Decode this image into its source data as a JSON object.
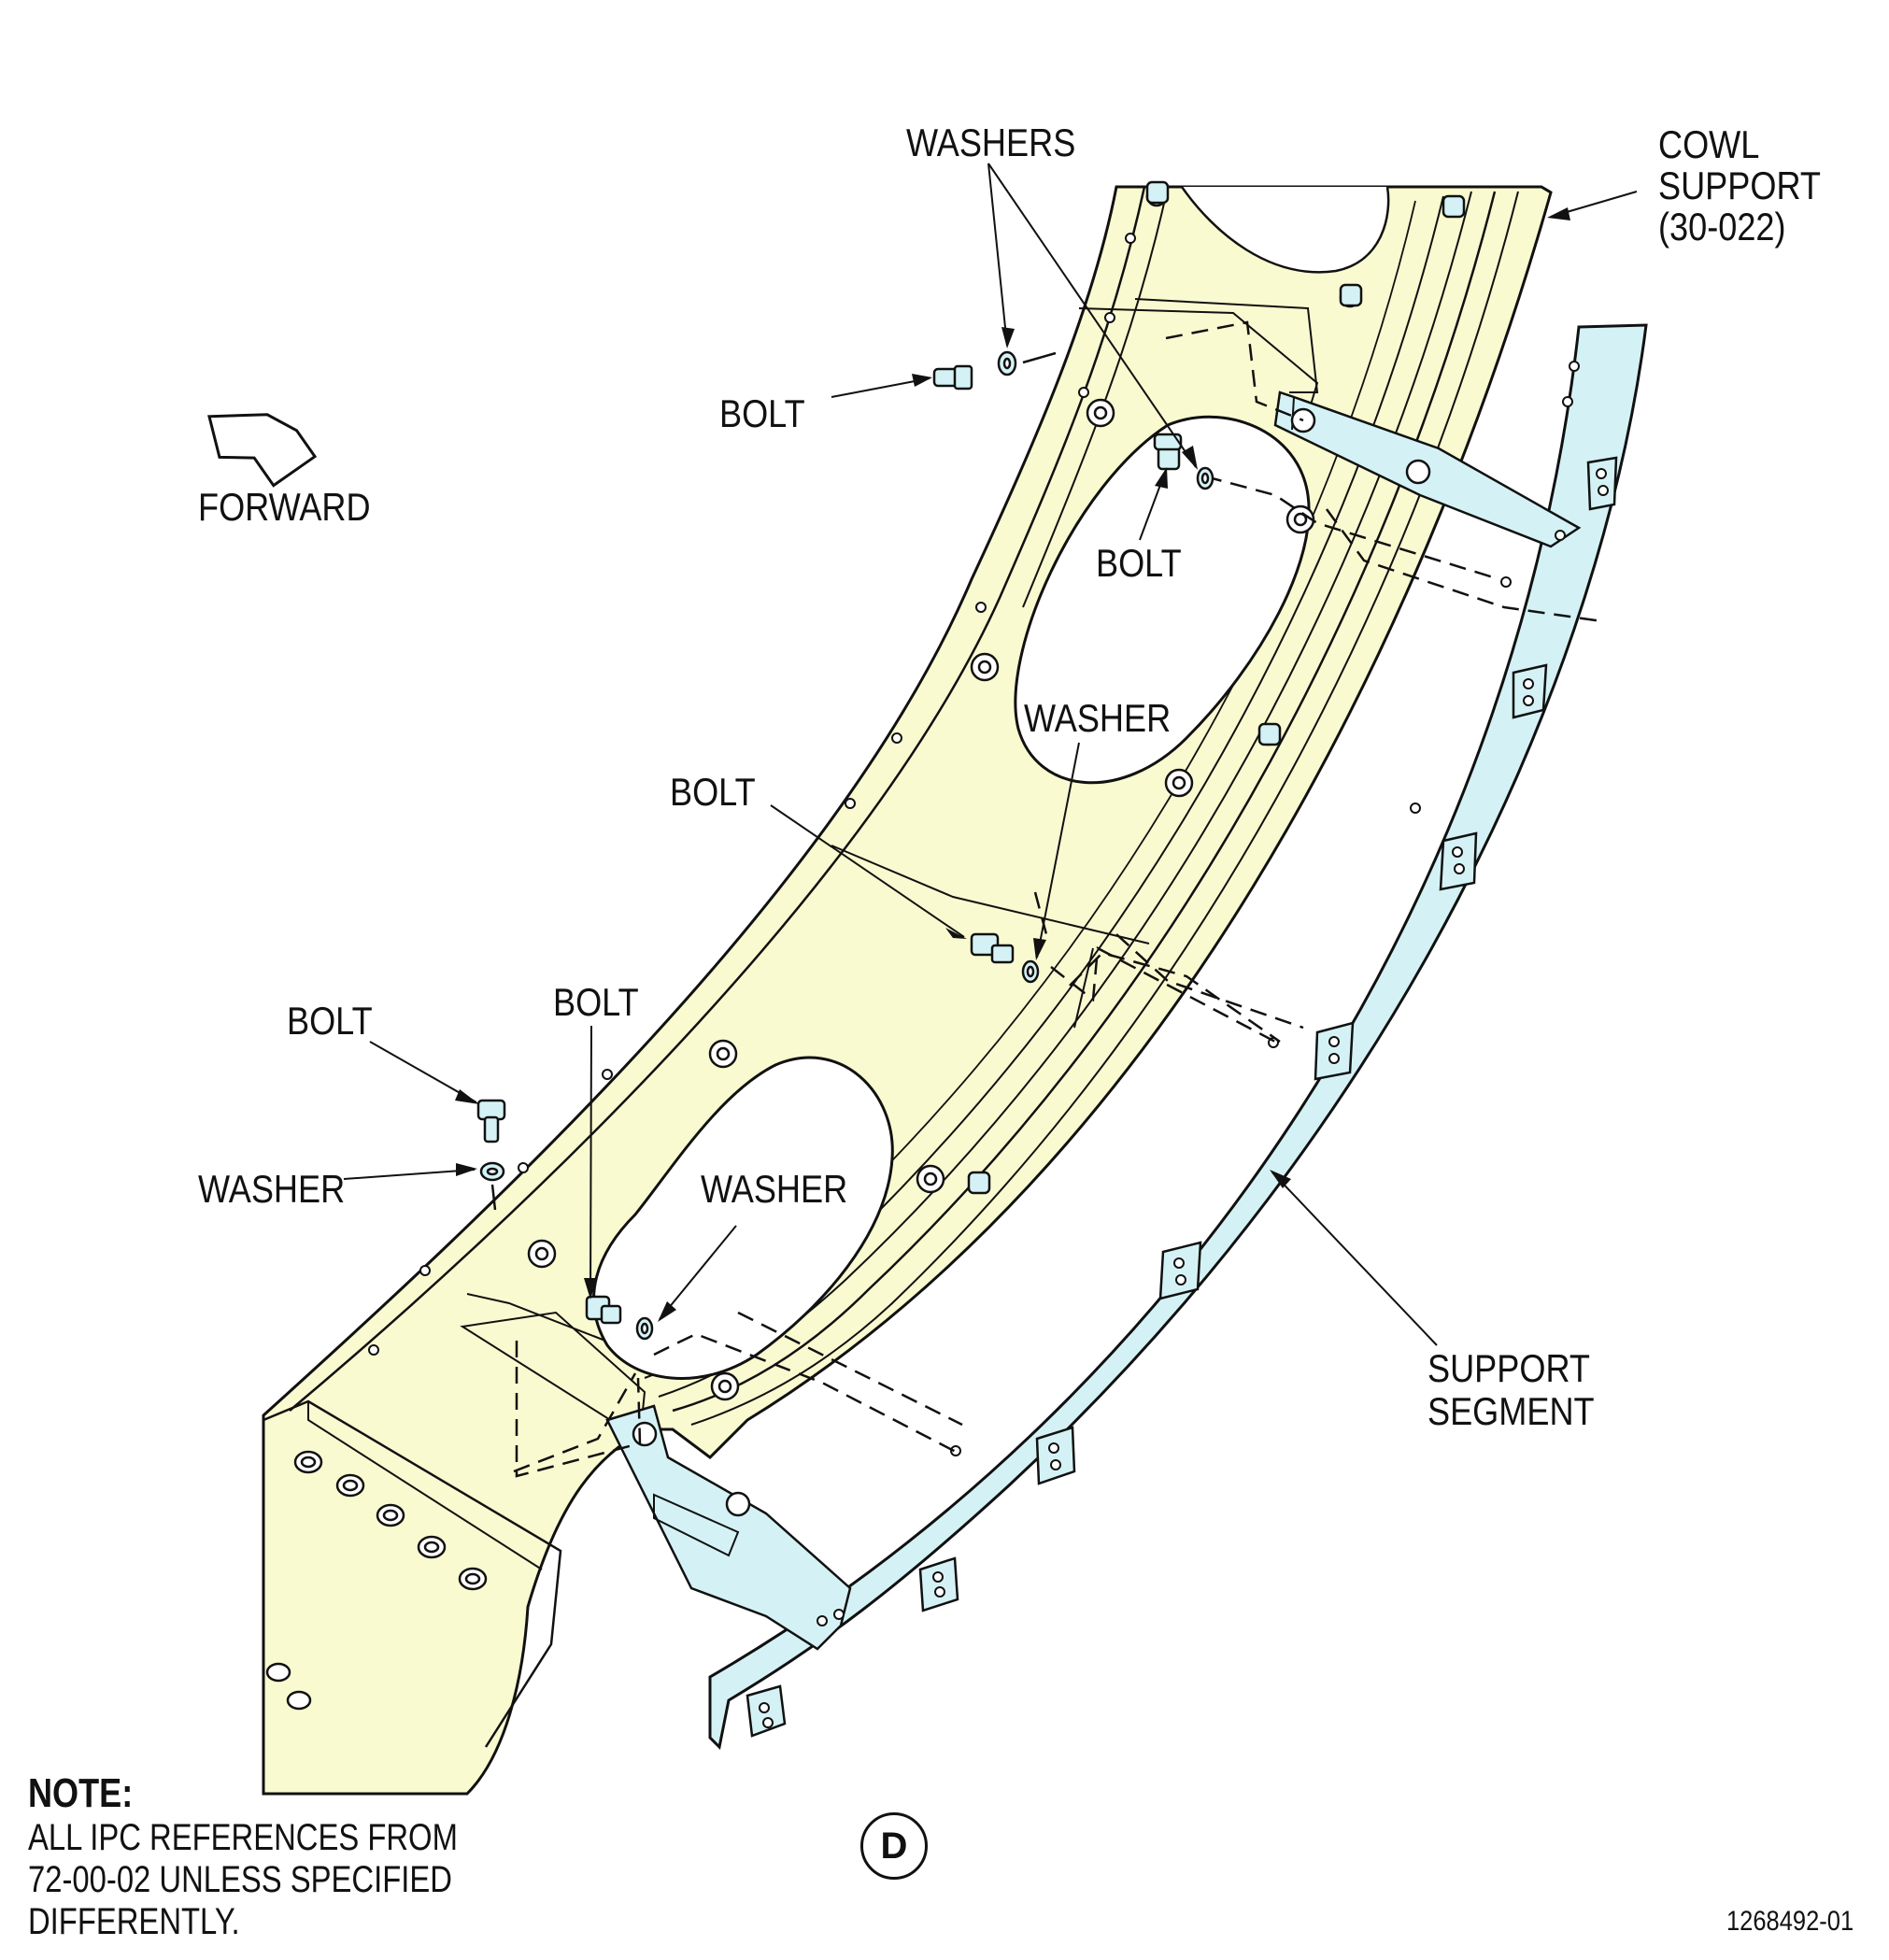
{
  "labels": {
    "washers": "WASHERS",
    "cowl_support_1": "COWL",
    "cowl_support_2": "SUPPORT",
    "cowl_support_3": "(30-022)",
    "bolt_top": "BOLT",
    "bolt_mid_upper": "BOLT",
    "forward": "FORWARD",
    "washer_mid": "WASHER",
    "bolt_mid": "BOLT",
    "bolt_left": "BOLT",
    "bolt_lower": "BOLT",
    "washer_left": "WASHER",
    "washer_lower": "WASHER",
    "support_segment_1": "SUPPORT",
    "support_segment_2": "SEGMENT"
  },
  "note": {
    "title": "NOTE:",
    "line1": "ALL IPC REFERENCES FROM",
    "line2": "72-00-02 UNLESS SPECIFIED",
    "line3": "DIFFERENTLY."
  },
  "view_letter": "D",
  "figure_number": "1268492-01",
  "colors": {
    "cowl_fill": "#fafad0",
    "segment_fill": "#d4f2f5",
    "line": "#111111"
  }
}
